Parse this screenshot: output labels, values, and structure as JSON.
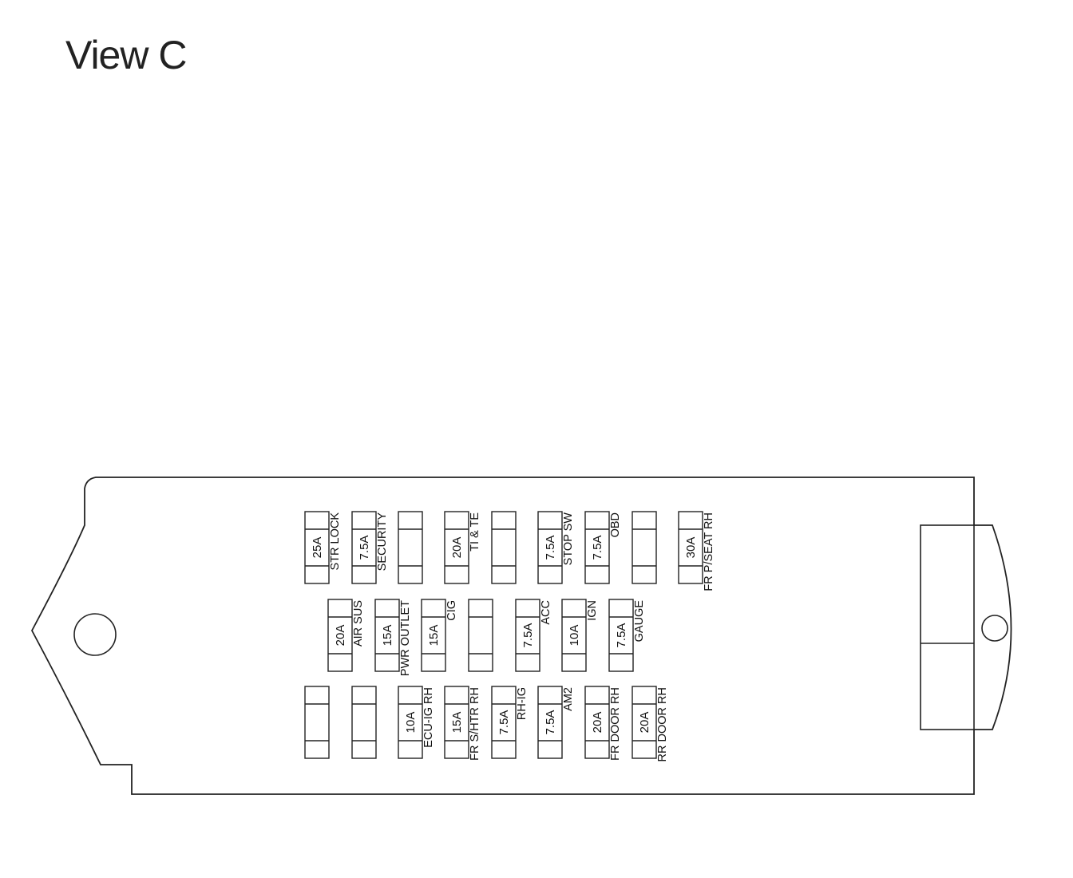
{
  "title": "View C",
  "fuses": [
    {
      "id": "str-lock",
      "rating": "25A",
      "label": "STR LOCK"
    },
    {
      "id": "security",
      "rating": "7.5A",
      "label": "SECURITY"
    },
    {
      "id": "r1-spare-1",
      "rating": "",
      "label": ""
    },
    {
      "id": "ti-te",
      "rating": "20A",
      "label": "TI & TE"
    },
    {
      "id": "r1-spare-2",
      "rating": "",
      "label": ""
    },
    {
      "id": "stop-sw",
      "rating": "7.5A",
      "label": "STOP SW"
    },
    {
      "id": "obd",
      "rating": "7.5A",
      "label": "OBD"
    },
    {
      "id": "r1-spare-3",
      "rating": "",
      "label": ""
    },
    {
      "id": "fr-pseat-rh",
      "rating": "30A",
      "label": "FR P/SEAT RH"
    },
    {
      "id": "air-sus",
      "rating": "20A",
      "label": "AIR SUS"
    },
    {
      "id": "pwr-outlet",
      "rating": "15A",
      "label": "PWR OUTLET"
    },
    {
      "id": "cig",
      "rating": "15A",
      "label": "CIG"
    },
    {
      "id": "r2-spare-1",
      "rating": "",
      "label": ""
    },
    {
      "id": "acc",
      "rating": "7.5A",
      "label": "ACC"
    },
    {
      "id": "ign",
      "rating": "10A",
      "label": "IGN"
    },
    {
      "id": "gauge",
      "rating": "7.5A",
      "label": "GAUGE"
    },
    {
      "id": "r3-spare-1",
      "rating": "",
      "label": ""
    },
    {
      "id": "r3-spare-2",
      "rating": "",
      "label": ""
    },
    {
      "id": "ecu-ig-rh",
      "rating": "10A",
      "label": "ECU-IG RH"
    },
    {
      "id": "fr-shtr-rh",
      "rating": "15A",
      "label": "FR S/HTR RH"
    },
    {
      "id": "rh-ig",
      "rating": "7.5A",
      "label": "RH-IG"
    },
    {
      "id": "am2",
      "rating": "7.5A",
      "label": "AM2"
    },
    {
      "id": "fr-door-rh",
      "rating": "20A",
      "label": "FR DOOR RH"
    },
    {
      "id": "rr-door-rh",
      "rating": "20A",
      "label": "RR DOOR RH"
    }
  ]
}
